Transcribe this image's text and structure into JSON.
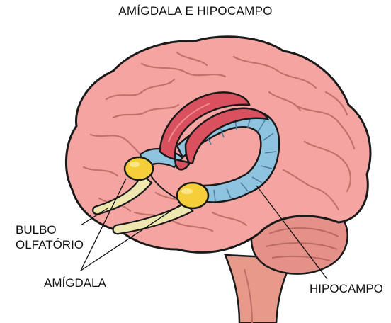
{
  "title": "AMÍGDALA E HIPOCAMPO",
  "labels": {
    "bulbo_line1": "BULBO",
    "bulbo_line2": "OLFATÓRIO",
    "amigdala": "AMÍGDALA",
    "hipocampo": "HIPOCAMPO"
  },
  "colors": {
    "brain": "#f4a5a2",
    "brain_outline": "#1a1a1a",
    "brainstem": "#e89a8a",
    "cerebellum": "#e6908a",
    "hippocampus": "#8fc4e0",
    "fornix": "#d9505e",
    "amygdala": "#f5cf3a",
    "olfactory": "#eee8b0"
  }
}
